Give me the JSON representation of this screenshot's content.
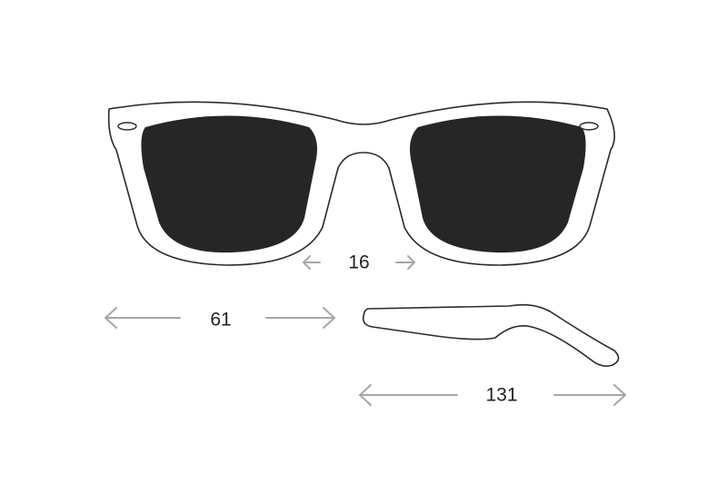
{
  "dimensions": {
    "bridge_width": "16",
    "lens_width": "61",
    "temple_length": "131"
  },
  "colors": {
    "frame_outline": "#2a2a2a",
    "frame_fill": "#ffffff",
    "lens_fill": "#262626",
    "arrow": "#a6a6a6",
    "label_text": "#222222"
  },
  "icons": {
    "frame": "sunglasses-front-view",
    "temple": "sunglasses-temple-arm",
    "arrows": "chevron-arrow"
  }
}
